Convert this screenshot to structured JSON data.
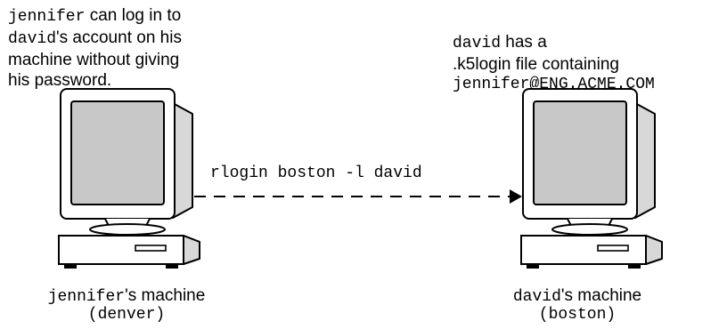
{
  "left_note": {
    "line1": {
      "user": "jennifer",
      "text": " can log in to"
    },
    "line2": {
      "user": "david",
      "text": "'s account on his"
    },
    "line3": "machine without giving",
    "line4": "his password."
  },
  "right_note": {
    "line1": {
      "user": "david",
      "text": " has a"
    },
    "line2": ".k5login file containing",
    "line3": "jennifer@ENG.ACME.COM"
  },
  "command": "rlogin boston -l david",
  "left_machine": {
    "owner": "jennifer",
    "owner_suffix": "'s machine",
    "host": "(denver)"
  },
  "right_machine": {
    "owner": "david",
    "owner_suffix": "'s machine",
    "host": "(boston)"
  }
}
